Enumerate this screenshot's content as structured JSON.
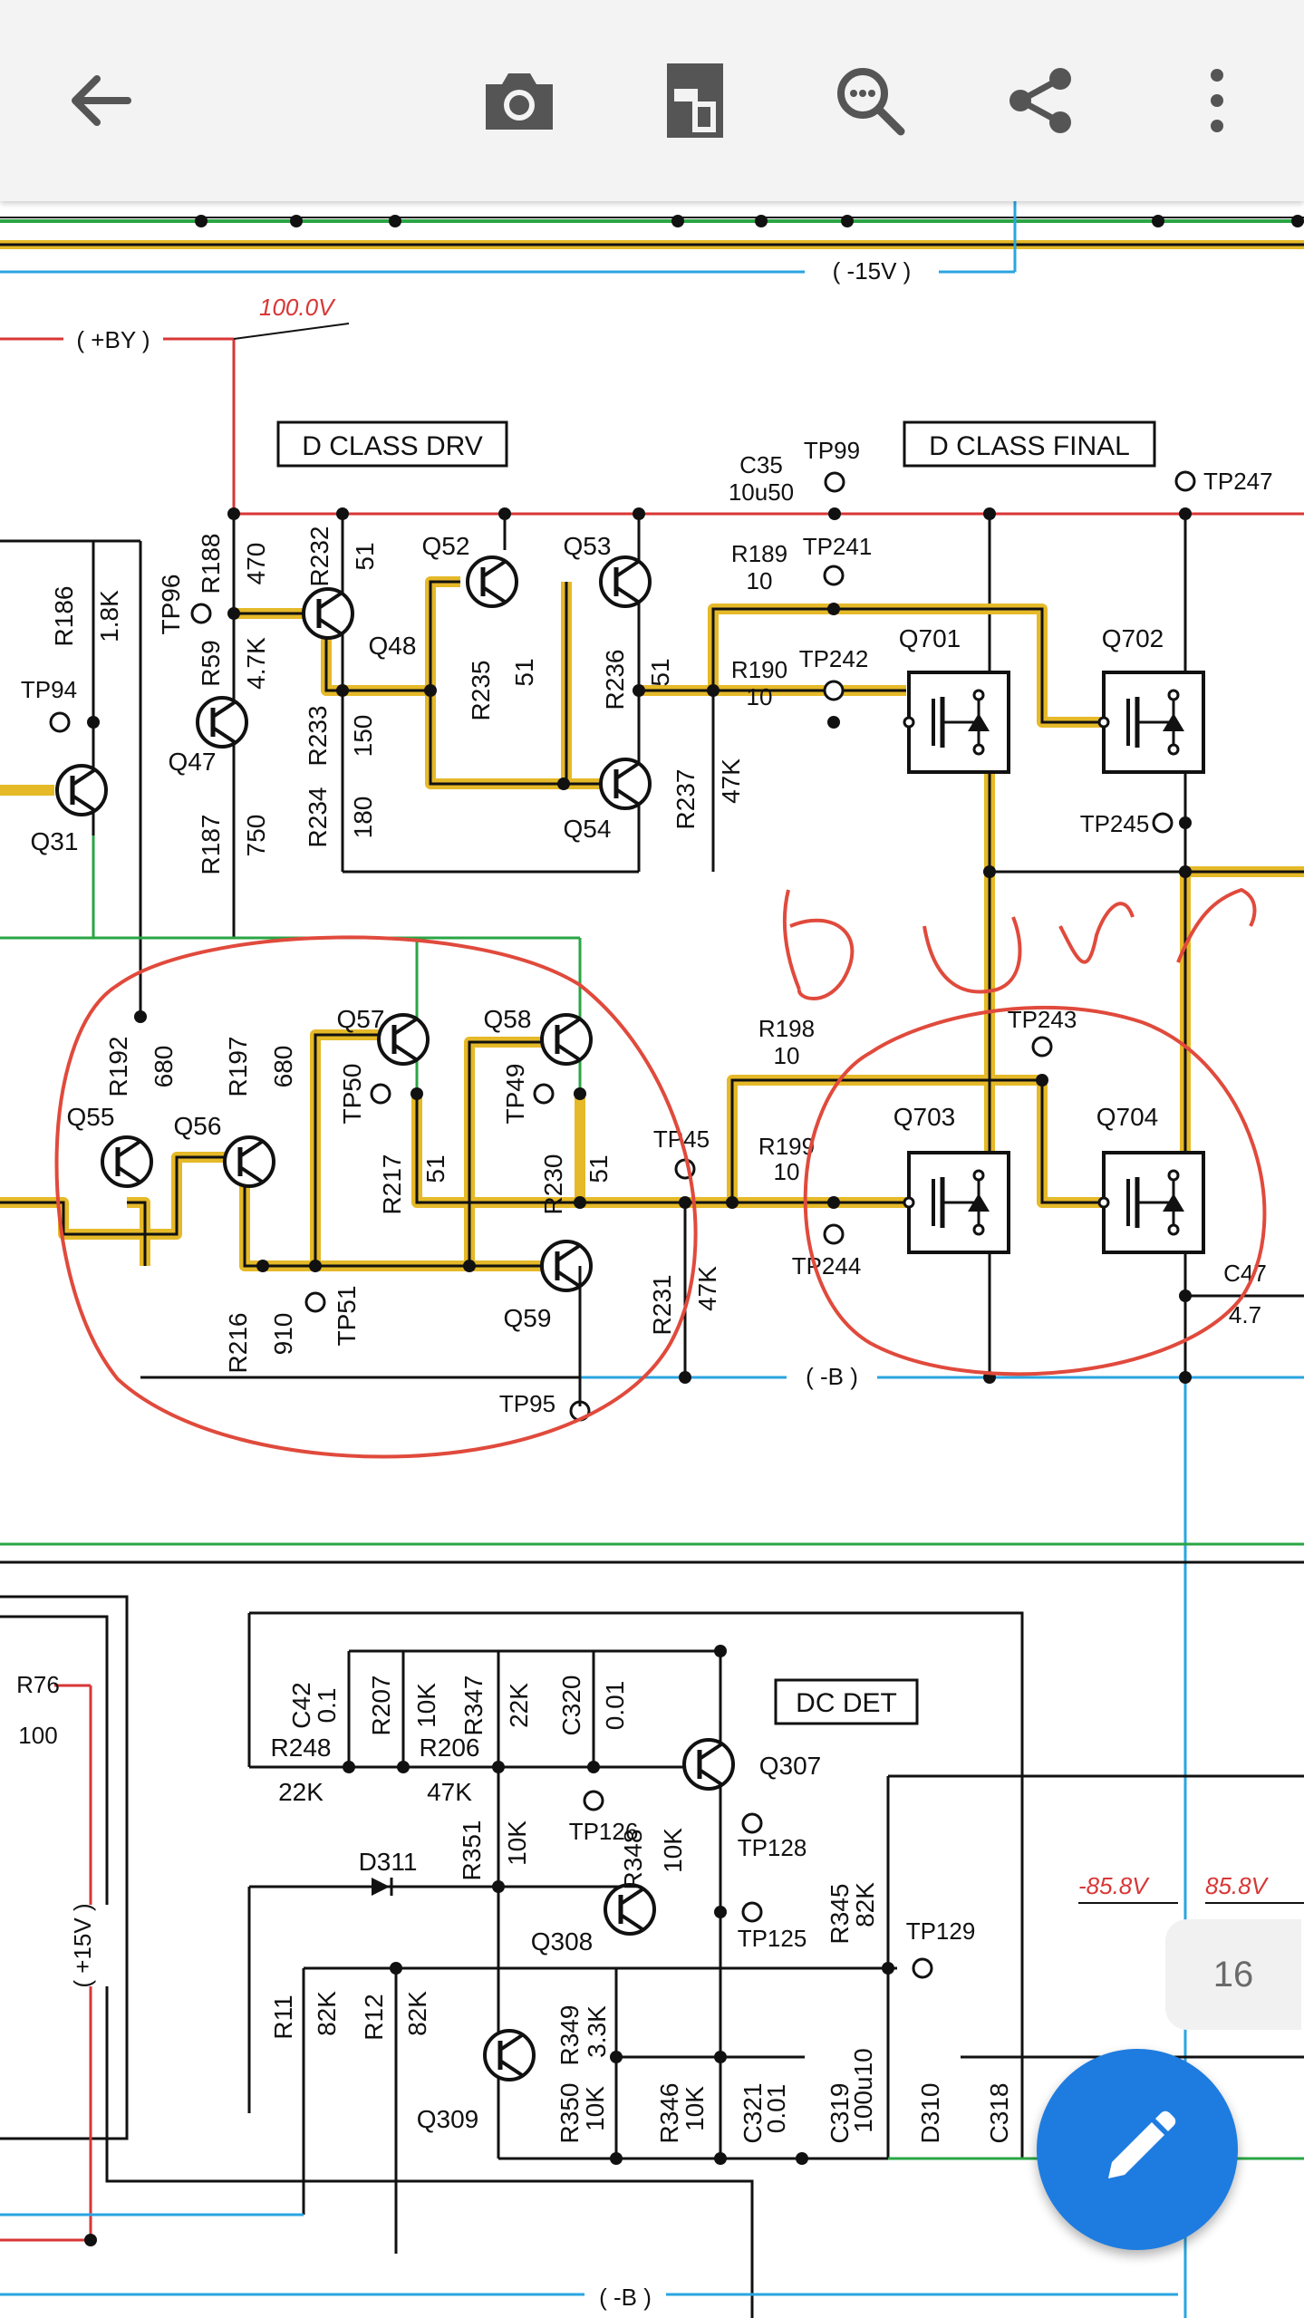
{
  "toolbar": {
    "back": "back-arrow-icon",
    "camera": "camera-icon",
    "crop": "crop-icon",
    "search": "zoom-search-icon",
    "share": "share-icon",
    "more": "more-vert-icon"
  },
  "viewer": {
    "page_number": "16",
    "fab_icon": "edit-pencil-icon",
    "accent_color": "#1e7ce0",
    "annotation_text": "burn"
  },
  "schematic": {
    "sections": [
      "D CLASS DRV",
      "D CLASS FINAL",
      "DC DET"
    ],
    "rails": {
      "neg15": "( -15V )",
      "plusBY": "( +BY )",
      "negB": "( -B )",
      "plus15": "( +15V )",
      "negB_bottom": "( -B )"
    },
    "voltages": {
      "v100": "100.0V",
      "vneg858": "-85.8V",
      "vpos858": "85.8V"
    },
    "components": {
      "C35": "C35",
      "C35v": "10u50",
      "TP99": "TP99",
      "TP247": "TP247",
      "R186": "R186",
      "R186v": "1.8K",
      "TP96": "TP96",
      "R188": "R188",
      "R188v": "470",
      "R232": "R232",
      "R232v": "51",
      "Q52": "Q52",
      "Q53": "Q53",
      "R189": "R189",
      "R189v": "10",
      "TP241": "TP241",
      "R59": "R59",
      "R59v": "4.7K",
      "Q48": "Q48",
      "R235": "R235",
      "R235v": "51",
      "R236": "R236",
      "R236v": "51",
      "Q701": "Q701",
      "Q702": "Q702",
      "TP94": "TP94",
      "Q47": "Q47",
      "R233": "R233",
      "R233v": "150",
      "R190": "R190",
      "R190v": "10",
      "TP242": "TP242",
      "R237": "R237",
      "R237v": "47K",
      "Q54": "Q54",
      "TP245": "TP245",
      "Q31": "Q31",
      "R187": "R187",
      "R187v": "750",
      "R234": "R234",
      "R234v": "180",
      "Q57": "Q57",
      "Q58": "Q58",
      "R198": "R198",
      "R198v": "10",
      "TP243": "TP243",
      "R192": "R192",
      "R192v": "680",
      "R197": "R197",
      "R197v": "680",
      "TP50": "TP50",
      "TP49": "TP49",
      "Q55": "Q55",
      "Q56": "Q56",
      "R217": "R217",
      "R217v": "51",
      "R230": "R230",
      "R230v": "51",
      "TP45": "TP45",
      "R199": "R199",
      "R199v": "10",
      "Q703": "Q703",
      "Q704": "Q704",
      "TP244": "TP244",
      "C47": "C47",
      "C47v": "4.7",
      "R216": "R216",
      "R216v": "910",
      "TP51": "TP51",
      "Q59": "Q59",
      "R231": "R231",
      "R231v": "47K",
      "TP95": "TP95",
      "R76": "R76",
      "R76v": "100",
      "C42": "C42",
      "C42v": "0.1",
      "R207": "R207",
      "R207v": "10K",
      "R347": "R347",
      "R347v": "22K",
      "C320": "C320",
      "C320v": "0.01",
      "R248": "R248",
      "R248v": "22K",
      "R206": "R206",
      "R206v": "47K",
      "Q307": "Q307",
      "TP126": "TP126",
      "TP128": "TP128",
      "D311": "D311",
      "R351": "R351",
      "R351v": "10K",
      "R348": "R348",
      "R348v": "10K",
      "R345": "R345",
      "R345v": "82K",
      "Q308": "Q308",
      "TP125": "TP125",
      "TP129": "TP129",
      "R11": "R11",
      "R11v": "82K",
      "R12": "R12",
      "R12v": "82K",
      "R349": "R349",
      "R349v": "3.3K",
      "Q309": "Q309",
      "R350": "R350",
      "R350v": "10K",
      "R346": "R346",
      "R346v": "10K",
      "C321": "C321",
      "C321v": "0.01",
      "C319": "C319",
      "C319v": "100u10",
      "D310": "D310",
      "C318": "C318"
    }
  }
}
